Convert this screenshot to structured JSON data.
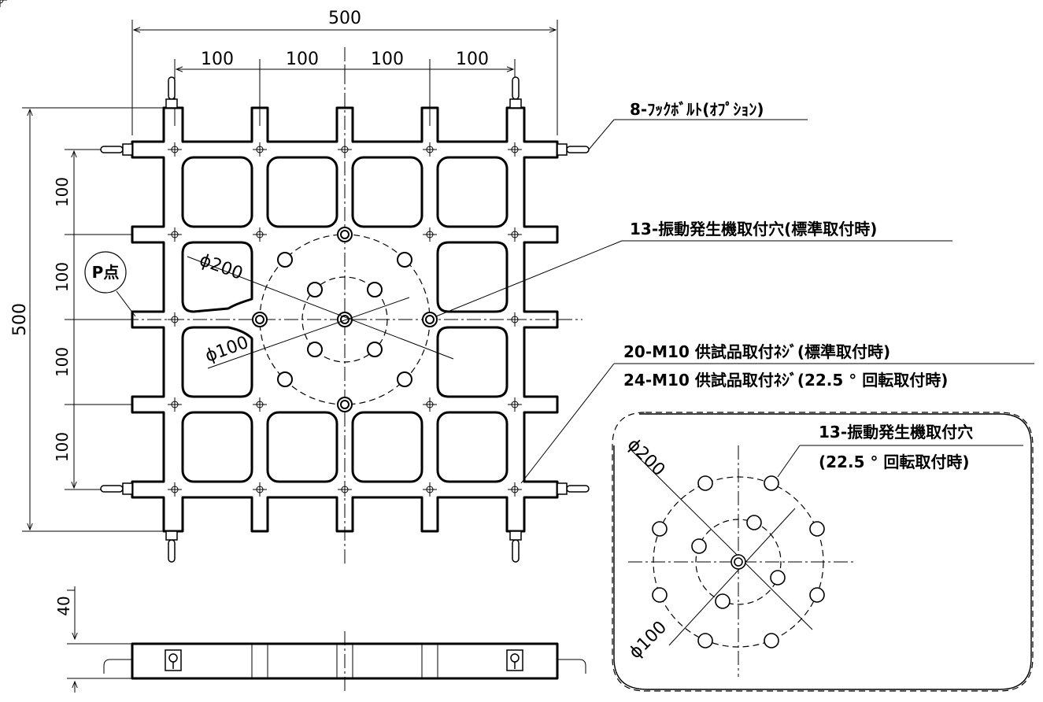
{
  "dimensions": {
    "overall_width": "500",
    "overall_height": "500",
    "pitch": "100",
    "thickness": "40",
    "dia_200": "ϕ200",
    "dia_100": "ϕ100"
  },
  "annotations": {
    "hook_bolt": "8-ﾌｯｸﾎﾞﾙﾄ(ｵﾌﾟｼｮﾝ)",
    "exciter_holes_std": "13-振動発生機取付穴(標準取付時)",
    "m10_std": "20-M10 供試品取付ﾈｼﾞ(標準取付時)",
    "m10_rot": "24-M10 供試品取付ﾈｼﾞ(22.5 ° 回転取付時)",
    "p_point": "P点"
  },
  "detail": {
    "title_line1": "13-振動発生機取付穴",
    "title_line2": "(22.5 ° 回転取付時)",
    "dia_200": "ϕ200",
    "dia_100": "ϕ100"
  }
}
